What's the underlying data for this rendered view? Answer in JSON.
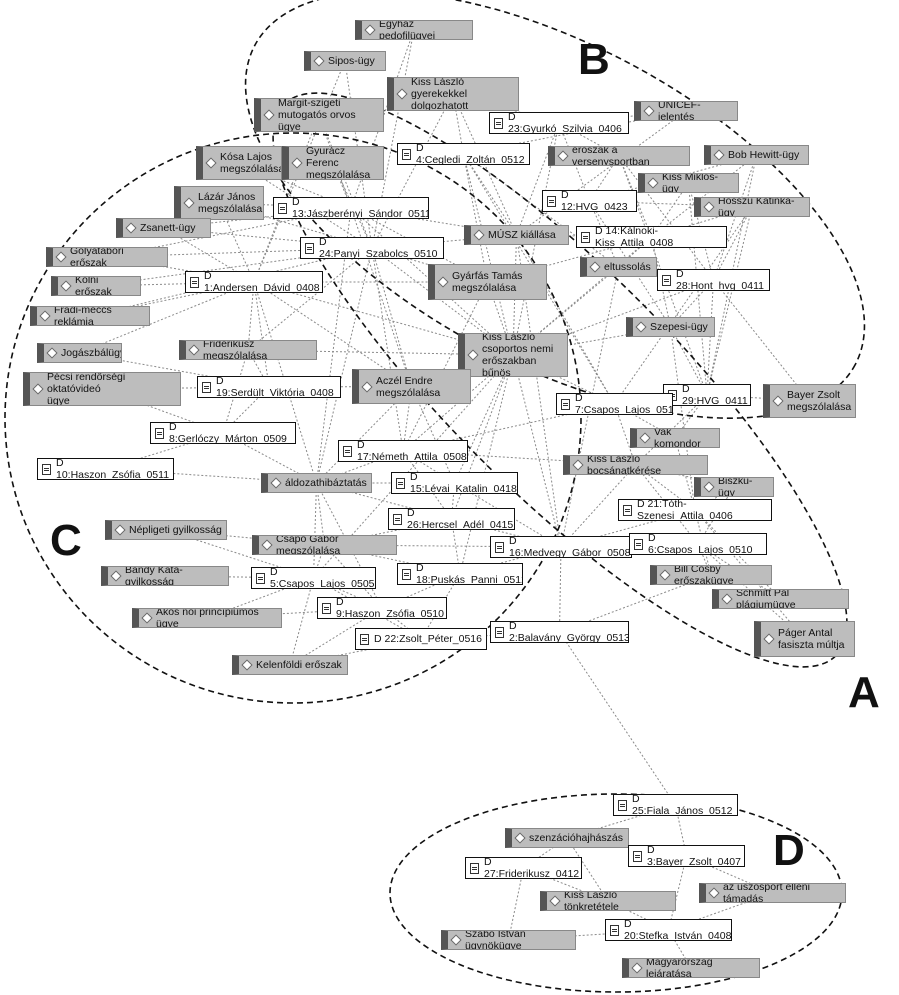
{
  "clusters": [
    {
      "id": "A",
      "label": "A"
    },
    {
      "id": "B",
      "label": "B"
    },
    {
      "id": "C",
      "label": "C"
    },
    {
      "id": "D",
      "label": "D"
    }
  ],
  "nodes": [
    {
      "id": "egyhaz",
      "type": "code",
      "label": "Egyház pedofilügyei"
    },
    {
      "id": "sipos",
      "type": "code",
      "label": "Sipos-ügy"
    },
    {
      "id": "kissgyerek",
      "type": "code",
      "label": "Kiss László gyerekekkel\ndolgozhatott"
    },
    {
      "id": "margit",
      "type": "code",
      "label": "Margit-szigeti\nmutogatós orvos ügye"
    },
    {
      "id": "d23",
      "type": "doc",
      "label": "D 23:Gyurkó_Szilvia_0406"
    },
    {
      "id": "unicef",
      "type": "code",
      "label": "UNICEF-jelentés"
    },
    {
      "id": "kosa",
      "type": "code",
      "label": "Kósa Lajos\nmegszólalása"
    },
    {
      "id": "gyuracz",
      "type": "code",
      "label": "Gyurácz Ferenc\nmegszólalása"
    },
    {
      "id": "d4",
      "type": "doc",
      "label": "D 4:Cegledi_Zoltán_0512"
    },
    {
      "id": "eroszakverseny",
      "type": "code",
      "label": "erőszak a versenysportban"
    },
    {
      "id": "hewitt",
      "type": "code",
      "label": "Bob Hewitt-ügy"
    },
    {
      "id": "lazar",
      "type": "code",
      "label": "Lázár János\nmegszólalása"
    },
    {
      "id": "d13",
      "type": "doc",
      "label": "D 13:Jászberényi_Sándor_0511"
    },
    {
      "id": "d12",
      "type": "doc",
      "label": "D 12:HVG_0423"
    },
    {
      "id": "kissmiklos",
      "type": "code",
      "label": "Kiss Miklós-ügy"
    },
    {
      "id": "hosszu",
      "type": "code",
      "label": "Hosszú Katinka-ügy"
    },
    {
      "id": "zsanett",
      "type": "code",
      "label": "Zsanett-ügy"
    },
    {
      "id": "musz",
      "type": "code",
      "label": "MÚSZ kiállása"
    },
    {
      "id": "d14",
      "type": "doc",
      "label": "D 14:Kálnoki-Kiss_Attila_0408"
    },
    {
      "id": "d24",
      "type": "doc",
      "label": "D 24:Panyi_Szabolcs_0510"
    },
    {
      "id": "golya",
      "type": "code",
      "label": "Gólyatábori erőszak"
    },
    {
      "id": "eltussolas",
      "type": "code",
      "label": "eltussolás"
    },
    {
      "id": "gyarfas",
      "type": "code",
      "label": "Gyárfás Tamás\nmegszólalása"
    },
    {
      "id": "d28",
      "type": "doc",
      "label": "D 28:Hont_hvg_0411"
    },
    {
      "id": "kolni",
      "type": "code",
      "label": "Kölni erőszak"
    },
    {
      "id": "d1",
      "type": "doc",
      "label": "D 1:Andersen_Dávid_0408"
    },
    {
      "id": "fradi",
      "type": "code",
      "label": "Fradi-meccs reklámja"
    },
    {
      "id": "szepesi",
      "type": "code",
      "label": "Szepesi-ügy"
    },
    {
      "id": "jogasz",
      "type": "code",
      "label": "Jogászbálügy"
    },
    {
      "id": "friderikusz",
      "type": "code",
      "label": "Friderikusz megszólalása"
    },
    {
      "id": "kissbunos",
      "type": "code",
      "label": "Kiss László\ncsoportos nemi\nerőszakban bűnös"
    },
    {
      "id": "pecsi",
      "type": "code",
      "label": "Pécsi rendőrségi oktatóvideó\nügye"
    },
    {
      "id": "d19",
      "type": "doc",
      "label": "D 19:Serdült_Viktória_0408"
    },
    {
      "id": "aczel",
      "type": "code",
      "label": "Aczél Endre\nmegszólalása"
    },
    {
      "id": "d29",
      "type": "doc",
      "label": "D 29:HVG_0411"
    },
    {
      "id": "bayerzsolt",
      "type": "code",
      "label": "Bayer Zsolt\nmegszólalása"
    },
    {
      "id": "d7",
      "type": "doc",
      "label": "D 7:Csapos_Lajos_0514"
    },
    {
      "id": "d8",
      "type": "doc",
      "label": "D 8:Gerlóczy_Márton_0509"
    },
    {
      "id": "vak",
      "type": "code",
      "label": "Vak komondor"
    },
    {
      "id": "d17",
      "type": "doc",
      "label": "D 17:Németh_Attila_0508"
    },
    {
      "id": "kissbocsanat",
      "type": "code",
      "label": "Kiss László bocsánatkérése"
    },
    {
      "id": "d10",
      "type": "doc",
      "label": "D 10:Haszon_Zsófia_0511"
    },
    {
      "id": "aldozat",
      "type": "code",
      "label": "áldozathibáztatás"
    },
    {
      "id": "d15",
      "type": "doc",
      "label": "D 15:Lévai_Katalin_0418"
    },
    {
      "id": "biszku",
      "type": "code",
      "label": "Biszku-ügy"
    },
    {
      "id": "d26",
      "type": "doc",
      "label": "D 26:Hercsel_Adél_0415"
    },
    {
      "id": "d21",
      "type": "doc",
      "label": "D 21:Tóth-Szenesi_Attila_0406"
    },
    {
      "id": "nepligeti",
      "type": "code",
      "label": "Népligeti gyilkosság"
    },
    {
      "id": "csapo",
      "type": "code",
      "label": "Csapó Gábor megszólalása"
    },
    {
      "id": "d16",
      "type": "doc",
      "label": "D 16:Medvegy_Gábor_0508"
    },
    {
      "id": "d6",
      "type": "doc",
      "label": "D 6:Csapos_Lajos_0510"
    },
    {
      "id": "bandy",
      "type": "code",
      "label": "Bándy Kata-gyilkosság"
    },
    {
      "id": "d5",
      "type": "doc",
      "label": "D 5:Csapos_Lajos_0505"
    },
    {
      "id": "d18",
      "type": "doc",
      "label": "D 18:Puskás_Panni_0512"
    },
    {
      "id": "cosby",
      "type": "code",
      "label": "Bill Cosby erőszakügye"
    },
    {
      "id": "schmitt",
      "type": "code",
      "label": "Schmitt Pál plágiumügye"
    },
    {
      "id": "akos",
      "type": "code",
      "label": "Ákos női princípiumos ügye"
    },
    {
      "id": "d9",
      "type": "doc",
      "label": "D 9:Haszon_Zsófia_0510"
    },
    {
      "id": "d2",
      "type": "doc",
      "label": "D 2:Balavány_György_0513"
    },
    {
      "id": "pager",
      "type": "code",
      "label": "Páger Antal\nfasiszta múltja"
    },
    {
      "id": "d22",
      "type": "doc",
      "label": "D 22:Zsolt_Péter_0516"
    },
    {
      "id": "kelenfoldi",
      "type": "code",
      "label": "Kelenföldi erőszak"
    },
    {
      "id": "d25",
      "type": "doc",
      "label": "D 25:Fiala_János_0512"
    },
    {
      "id": "szenzacio",
      "type": "code",
      "label": "szenzációhajhászás"
    },
    {
      "id": "d3",
      "type": "doc",
      "label": "D 3:Bayer_Zsolt_0407"
    },
    {
      "id": "d27",
      "type": "doc",
      "label": "D 27:Friderikusz_0412"
    },
    {
      "id": "kisstonkre",
      "type": "code",
      "label": "Kiss László tönkretétele"
    },
    {
      "id": "uszo",
      "type": "code",
      "label": "az úszósport elleni támadás"
    },
    {
      "id": "d20",
      "type": "doc",
      "label": "D 20:Stefka_István_0408"
    },
    {
      "id": "szabo",
      "type": "code",
      "label": "Szabó István ügynökügye"
    },
    {
      "id": "magyar",
      "type": "code",
      "label": "Magyarország lejáratása"
    }
  ],
  "edges": [
    [
      "egyhaz",
      "d24"
    ],
    [
      "egyhaz",
      "d13"
    ],
    [
      "sipos",
      "d24"
    ],
    [
      "sipos",
      "d1"
    ],
    [
      "kissgyerek",
      "d24"
    ],
    [
      "kissgyerek",
      "d4"
    ],
    [
      "kissgyerek",
      "musz"
    ],
    [
      "kissgyerek",
      "d23"
    ],
    [
      "margit",
      "d1"
    ],
    [
      "margit",
      "d13"
    ],
    [
      "margit",
      "d24"
    ],
    [
      "d23",
      "unicef"
    ],
    [
      "d23",
      "musz"
    ],
    [
      "d23",
      "eroszakverseny"
    ],
    [
      "d23",
      "kissbunos"
    ],
    [
      "d23",
      "d12"
    ],
    [
      "unicef",
      "d4"
    ],
    [
      "unicef",
      "musz"
    ],
    [
      "kosa",
      "d24"
    ],
    [
      "kosa",
      "d13"
    ],
    [
      "gyuracz",
      "d24"
    ],
    [
      "gyuracz",
      "d13"
    ],
    [
      "d4",
      "musz"
    ],
    [
      "d4",
      "eltussolas"
    ],
    [
      "d4",
      "kissbunos"
    ],
    [
      "d4",
      "gyarfas"
    ],
    [
      "d4",
      "d7"
    ],
    [
      "eroszakverseny",
      "d12"
    ],
    [
      "eroszakverseny",
      "d14"
    ],
    [
      "eroszakverseny",
      "d28"
    ],
    [
      "eroszakverseny",
      "d29"
    ],
    [
      "hewitt",
      "d12"
    ],
    [
      "hewitt",
      "d14"
    ],
    [
      "hewitt",
      "d28"
    ],
    [
      "hewitt",
      "d29"
    ],
    [
      "lazar",
      "d13"
    ],
    [
      "lazar",
      "d24"
    ],
    [
      "lazar",
      "d1"
    ],
    [
      "d13",
      "musz"
    ],
    [
      "d13",
      "gyarfas"
    ],
    [
      "d13",
      "kissbunos"
    ],
    [
      "d13",
      "aczel"
    ],
    [
      "d13",
      "aldozat"
    ],
    [
      "d12",
      "kissmiklos"
    ],
    [
      "d12",
      "hosszu"
    ],
    [
      "d12",
      "eltussolas"
    ],
    [
      "d12",
      "szepesi"
    ],
    [
      "kissmiklos",
      "d14"
    ],
    [
      "kissmiklos",
      "d28"
    ],
    [
      "kissmiklos",
      "d29"
    ],
    [
      "hosszu",
      "d14"
    ],
    [
      "hosszu",
      "d28"
    ],
    [
      "hosszu",
      "d29"
    ],
    [
      "hosszu",
      "d7"
    ],
    [
      "zsanett",
      "d24"
    ],
    [
      "zsanett",
      "d13"
    ],
    [
      "zsanett",
      "d1"
    ],
    [
      "musz",
      "d24"
    ],
    [
      "musz",
      "d14"
    ],
    [
      "musz",
      "kissbunos"
    ],
    [
      "musz",
      "d7"
    ],
    [
      "musz",
      "d16"
    ],
    [
      "d14",
      "eltussolas"
    ],
    [
      "d14",
      "kissbunos"
    ],
    [
      "d14",
      "szepesi"
    ],
    [
      "d14",
      "gyarfas"
    ],
    [
      "d24",
      "golya"
    ],
    [
      "d24",
      "gyarfas"
    ],
    [
      "d24",
      "kissbunos"
    ],
    [
      "d24",
      "aczel"
    ],
    [
      "d24",
      "aldozat"
    ],
    [
      "d24",
      "friderikusz"
    ],
    [
      "d24",
      "d17"
    ],
    [
      "golya",
      "d1"
    ],
    [
      "golya",
      "d13"
    ],
    [
      "eltussolas",
      "d28"
    ],
    [
      "eltussolas",
      "kissbunos"
    ],
    [
      "eltussolas",
      "d16"
    ],
    [
      "gyarfas",
      "d1"
    ],
    [
      "gyarfas",
      "d17"
    ],
    [
      "gyarfas",
      "kissbunos"
    ],
    [
      "d28",
      "szepesi"
    ],
    [
      "d28",
      "kissbunos"
    ],
    [
      "d28",
      "d29"
    ],
    [
      "d28",
      "bayerzsolt"
    ],
    [
      "kolni",
      "d1"
    ],
    [
      "kolni",
      "d24"
    ],
    [
      "d1",
      "kissbunos"
    ],
    [
      "d1",
      "aczel"
    ],
    [
      "d1",
      "aldozat"
    ],
    [
      "d1",
      "d19"
    ],
    [
      "d1",
      "friderikusz"
    ],
    [
      "fradi",
      "d1"
    ],
    [
      "fradi",
      "d24"
    ],
    [
      "szepesi",
      "d29"
    ],
    [
      "szepesi",
      "kissbunos"
    ],
    [
      "szepesi",
      "d21"
    ],
    [
      "jogasz",
      "d1"
    ],
    [
      "jogasz",
      "d19"
    ],
    [
      "friderikusz",
      "d19"
    ],
    [
      "friderikusz",
      "d8"
    ],
    [
      "friderikusz",
      "kissbunos"
    ],
    [
      "kissbunos",
      "d7"
    ],
    [
      "kissbunos",
      "d17"
    ],
    [
      "kissbunos",
      "d15"
    ],
    [
      "kissbunos",
      "d26"
    ],
    [
      "kissbunos",
      "d16"
    ],
    [
      "kissbunos",
      "d18"
    ],
    [
      "kissbunos",
      "d5"
    ],
    [
      "kissbunos",
      "aczel"
    ],
    [
      "pecsi",
      "d19"
    ],
    [
      "pecsi",
      "d8"
    ],
    [
      "d19",
      "aczel"
    ],
    [
      "d19",
      "d8"
    ],
    [
      "aczel",
      "d17"
    ],
    [
      "aczel",
      "d15"
    ],
    [
      "aczel",
      "aldozat"
    ],
    [
      "d29",
      "bayerzsolt"
    ],
    [
      "d29",
      "vak"
    ],
    [
      "d29",
      "kissbocsanat"
    ],
    [
      "d7",
      "vak"
    ],
    [
      "d7",
      "kissbocsanat"
    ],
    [
      "d7",
      "d17"
    ],
    [
      "d8",
      "aldozat"
    ],
    [
      "d8",
      "d10"
    ],
    [
      "vak",
      "d21"
    ],
    [
      "d17",
      "kissbocsanat"
    ],
    [
      "d17",
      "aldozat"
    ],
    [
      "d17",
      "d15"
    ],
    [
      "d17",
      "d26"
    ],
    [
      "kissbocsanat",
      "d21"
    ],
    [
      "kissbocsanat",
      "d6"
    ],
    [
      "kissbocsanat",
      "d16"
    ],
    [
      "kissbocsanat",
      "biszku"
    ],
    [
      "d10",
      "aldozat"
    ],
    [
      "aldozat",
      "d15"
    ],
    [
      "aldozat",
      "d26"
    ],
    [
      "aldozat",
      "csapo"
    ],
    [
      "aldozat",
      "d5"
    ],
    [
      "aldozat",
      "d9"
    ],
    [
      "d15",
      "d26"
    ],
    [
      "d15",
      "d16"
    ],
    [
      "biszku",
      "d21"
    ],
    [
      "biszku",
      "d6"
    ],
    [
      "d26",
      "d16"
    ],
    [
      "d26",
      "d18"
    ],
    [
      "d26",
      "csapo"
    ],
    [
      "d21",
      "d16"
    ],
    [
      "d21",
      "cosby"
    ],
    [
      "d21",
      "schmitt"
    ],
    [
      "d21",
      "pager"
    ],
    [
      "nepligeti",
      "csapo"
    ],
    [
      "nepligeti",
      "d5"
    ],
    [
      "csapo",
      "d5"
    ],
    [
      "csapo",
      "d18"
    ],
    [
      "csapo",
      "d9"
    ],
    [
      "csapo",
      "d16"
    ],
    [
      "d16",
      "d6"
    ],
    [
      "d16",
      "d2"
    ],
    [
      "d16",
      "d18"
    ],
    [
      "d6",
      "cosby"
    ],
    [
      "d6",
      "schmitt"
    ],
    [
      "d6",
      "pager"
    ],
    [
      "bandy",
      "d5"
    ],
    [
      "d5",
      "d9"
    ],
    [
      "d5",
      "d22"
    ],
    [
      "d18",
      "d9"
    ],
    [
      "d18",
      "d22"
    ],
    [
      "cosby",
      "d2"
    ],
    [
      "akos",
      "d5"
    ],
    [
      "akos",
      "d9"
    ],
    [
      "d9",
      "d22"
    ],
    [
      "d9",
      "kelenfoldi"
    ],
    [
      "d2",
      "d22"
    ],
    [
      "d2",
      "d25"
    ],
    [
      "kelenfoldi",
      "d22"
    ],
    [
      "kelenfoldi",
      "d5"
    ],
    [
      "d25",
      "szenzacio"
    ],
    [
      "d25",
      "d3"
    ],
    [
      "szenzacio",
      "d27"
    ],
    [
      "szenzacio",
      "kisstonkre"
    ],
    [
      "d3",
      "uszo"
    ],
    [
      "d3",
      "d20"
    ],
    [
      "d27",
      "kisstonkre"
    ],
    [
      "d27",
      "szabo"
    ],
    [
      "kisstonkre",
      "d20"
    ],
    [
      "d20",
      "magyar"
    ],
    [
      "d20",
      "szabo"
    ],
    [
      "uszo",
      "d20"
    ]
  ]
}
